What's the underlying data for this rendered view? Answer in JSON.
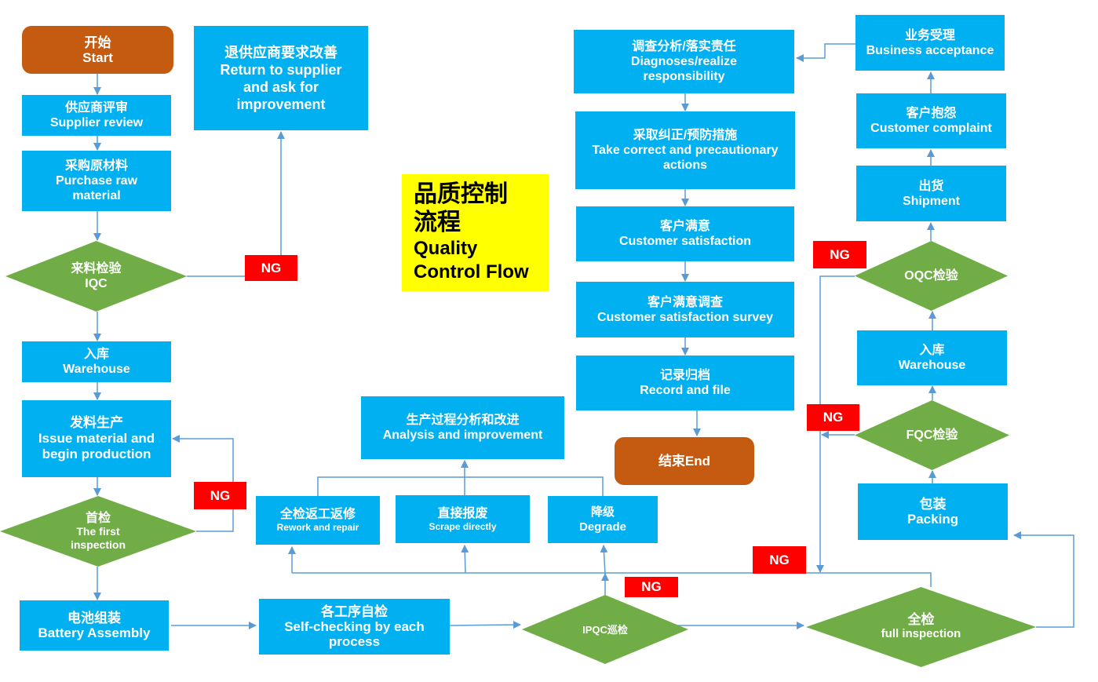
{
  "title": {
    "cn": "品质控制\n流程",
    "cn1": "品质控制",
    "cn2": "流程",
    "en1": "Quality",
    "en2": "Control Flow"
  },
  "nodes": {
    "start": {
      "cn": "开始",
      "en": "Start"
    },
    "supplier_review": {
      "cn": "供应商评审",
      "en": "Supplier review"
    },
    "purchase": {
      "cn": "采购原材料",
      "en": "Purchase raw material"
    },
    "iqc": {
      "cn": "来料检验",
      "en": "IQC"
    },
    "return_supplier": {
      "cn": "退供应商要求改善",
      "en": "Return to supplier and ask for improvement"
    },
    "warehouse_in": {
      "cn": "入库",
      "en": "Warehouse"
    },
    "issue_material": {
      "cn": "发料生产",
      "en": "Issue material and begin production"
    },
    "first_inspection": {
      "cn": "首检",
      "en": "The first inspection"
    },
    "battery_assembly": {
      "cn": "电池组装",
      "en": "Battery Assembly"
    },
    "self_checking": {
      "cn": "各工序自检",
      "en": "Self-checking by each process"
    },
    "ipqc": {
      "cn": "IPQC巡检"
    },
    "full_inspection": {
      "cn": "全检",
      "en": "full inspection"
    },
    "rework": {
      "cn": "全检返工返修",
      "en": "Rework and repair"
    },
    "scrape": {
      "cn": "直接报废",
      "en": "Scrape directly"
    },
    "degrade": {
      "cn": "降级",
      "en": "Degrade"
    },
    "analysis": {
      "cn": "生产过程分析和改进",
      "en": "Analysis and improvement"
    },
    "packing": {
      "cn": "包装",
      "en": "Packing"
    },
    "fqc": {
      "cn": "FQC检验"
    },
    "warehouse_out": {
      "cn": "入库",
      "en": "Warehouse"
    },
    "oqc": {
      "cn": "OQC检验"
    },
    "shipment": {
      "cn": "出货",
      "en": "Shipment"
    },
    "complaint": {
      "cn": "客户抱怨",
      "en": "Customer complaint"
    },
    "business": {
      "cn": "业务受理",
      "en": "Business acceptance"
    },
    "diagnoses": {
      "cn": "调查分析/落实责任",
      "en": "Diagnoses/realize responsibility"
    },
    "corrective": {
      "cn": "采取纠正/预防措施",
      "en": "Take correct and precautionary actions"
    },
    "satisfaction": {
      "cn": "客户满意",
      "en": "Customer satisfaction"
    },
    "survey": {
      "cn": "客户满意调查",
      "en": "Customer satisfaction survey"
    },
    "record": {
      "cn": "记录归档",
      "en": "Record and file"
    },
    "end": {
      "cn": "结束End"
    }
  },
  "ng_label": "NG",
  "colors": {
    "process": "#00B0F0",
    "decision": "#70AD47",
    "terminal": "#C55A11",
    "ng": "#FF0000",
    "title_bg": "#FFFF00",
    "connector": "#5B9BD5"
  }
}
